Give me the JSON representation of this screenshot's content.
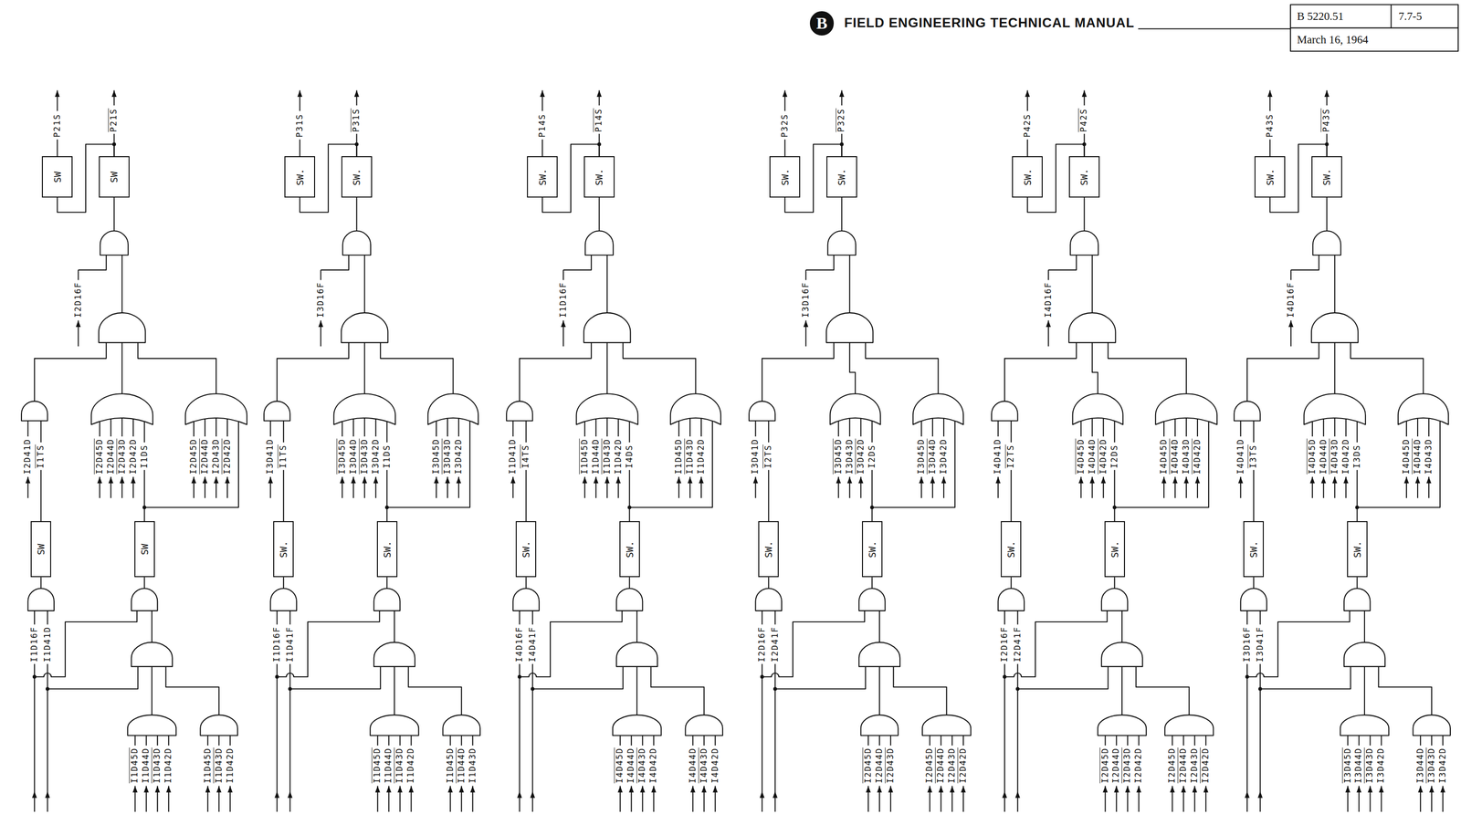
{
  "diagram": {
    "nodes": [
      {
        "text": [
          "B"
        ]
      },
      {
        "text": [
          "SW"
        ]
      },
      {
        "text": [
          "SW"
        ]
      },
      {
        "text": [
          "SW"
        ]
      },
      {
        "text": [
          "SW"
        ]
      },
      {
        "text": [
          "SW."
        ]
      },
      {
        "text": [
          "SW."
        ]
      },
      {
        "text": [
          "SW."
        ]
      },
      {
        "text": [
          "SW."
        ]
      },
      {
        "text": [
          "SW."
        ]
      },
      {
        "text": [
          "SW."
        ]
      },
      {
        "text": [
          "SW."
        ]
      },
      {
        "text": [
          "SW."
        ]
      },
      {
        "text": [
          "SW."
        ]
      },
      {
        "text": [
          "SW."
        ]
      },
      {
        "text": [
          "SW."
        ]
      },
      {
        "text": [
          "SW."
        ]
      },
      {
        "text": [
          "SW."
        ]
      },
      {
        "text": [
          "SW."
        ]
      },
      {
        "text": [
          "SW."
        ]
      },
      {
        "text": [
          "SW."
        ]
      },
      {
        "text": [
          "SW."
        ]
      },
      {
        "text": [
          "SW."
        ]
      },
      {
        "text": [
          "SW."
        ]
      },
      {
        "text": [
          "SW."
        ]
      }
    ],
    "edges": [
      {
        "from": 2,
        "to": 1,
        "arrow": "none"
      },
      {
        "from": 6,
        "to": 5,
        "arrow": "none"
      },
      {
        "from": 10,
        "to": 9,
        "arrow": "none"
      },
      {
        "from": 14,
        "to": 13,
        "arrow": "none"
      },
      {
        "from": 18,
        "to": 17,
        "arrow": "none"
      },
      {
        "from": 22,
        "to": 21,
        "arrow": "none"
      }
    ],
    "labels": [
      "FIELD ENGINEERING TECHNICAL MANUAL",
      "B 5220.51",
      "7.7-5",
      "March 16, 1964",
      "P21S",
      "P21S",
      "I2D16F",
      "I2D41D",
      "I1TS",
      "I2D45D",
      "I2D44D",
      "I2D43D",
      "I2D42D",
      "I1DS",
      "I2D45D",
      "I2D44D",
      "I2D43D",
      "I2D42D",
      "I1D16F",
      "I1D41D",
      "I1D45D",
      "I1D44D",
      "I1D43D",
      "I1D42D",
      "I1D45D",
      "I1D43D",
      "I1D42D",
      "P31S",
      "P31S",
      "I3D16F",
      "I3D41D",
      "I1TS",
      "I3D45D",
      "I3D44D",
      "I3D43D",
      "I3D42D",
      "I1DS",
      "I3D45D",
      "I3D43D",
      "I3D42D",
      "I1D16F",
      "I1D41F",
      "I1D45D",
      "I1D44D",
      "I1D43D",
      "I1D42D",
      "I1D45D",
      "I1D44D",
      "I1D43D",
      "P14S",
      "P14S",
      "I1D16F",
      "I1D41D",
      "I4TS",
      "I1D45D",
      "I1D44D",
      "I1D43D",
      "I1D42D",
      "I4DS",
      "I1D45D",
      "I1D43D",
      "I1D42D",
      "I4D16F",
      "I4D41F",
      "I4D45D",
      "I4D44D",
      "I4D43D",
      "I4D42D",
      "I4D44D",
      "I4D43D",
      "I4D42D",
      "P32S",
      "P32S",
      "I3D16F",
      "I3D41D",
      "I2TS",
      "I3D45D",
      "I3D43D",
      "I3D42D",
      "I2DS",
      "I3D45D",
      "I3D44D",
      "I3D42D",
      "I2D16F",
      "I2D41F",
      "I2D45D",
      "I2D44D",
      "I2D43D",
      "I2D45D",
      "I2D44D",
      "I2D43D",
      "I2D42D",
      "P42S",
      "P42S",
      "I4D16F",
      "I4D41D",
      "I2TS",
      "I4D45D",
      "I4D44D",
      "I4D42D",
      "I2DS",
      "I4D45D",
      "I4D44D",
      "I4D43D",
      "I4D42D",
      "I2D16F",
      "I2D41F",
      "I2D45D",
      "I2D44D",
      "I2D43D",
      "I2D42D",
      "I2D45D",
      "I2D44D",
      "I2D43D",
      "I2D42D",
      "P43S",
      "P43S",
      "I4D16F",
      "I4D41D",
      "I3TS",
      "I4D45D",
      "I4D44D",
      "I4D43D",
      "I4D42D",
      "I3DS",
      "I4D45D",
      "I4D44D",
      "I4D43D",
      "I3D16F",
      "I3D41F",
      "I3D45D",
      "I3D44D",
      "I3D43D",
      "I3D42D",
      "I3D44D",
      "I3D43D",
      "I3D42D"
    ]
  }
}
